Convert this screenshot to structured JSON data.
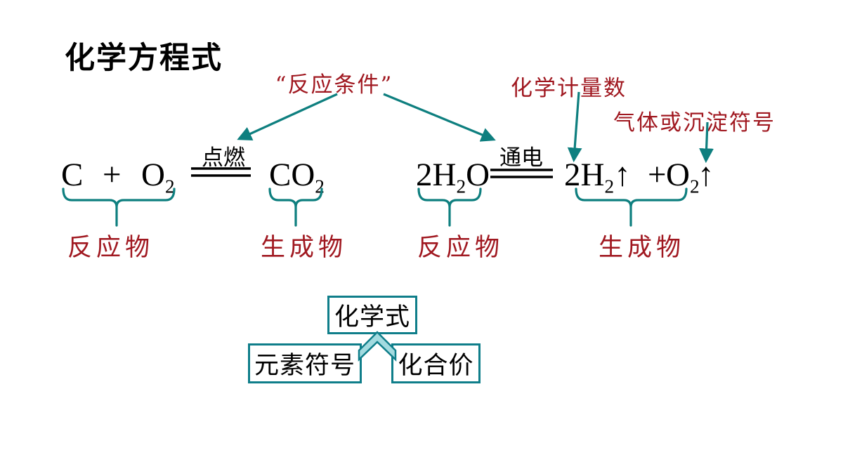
{
  "slide": {
    "title": "化学方程式",
    "annotations": {
      "condition": "“反应条件”",
      "coefficient": "化学计量数",
      "gas_precipitate": "气体或沉淀符号"
    },
    "equation1": {
      "reactant1": "C",
      "plus": "+",
      "reactant2": "O",
      "reactant2_sub": "2",
      "condition": "点燃",
      "product": "CO",
      "product_sub": "2",
      "reactants_label": "反应物",
      "products_label": "生成物"
    },
    "equation2": {
      "reactant": "2H",
      "reactant_sub": "2",
      "reactant_tail": "O",
      "condition": "通电",
      "product1": "2H",
      "product1_sub": "2",
      "product1_arrow": "↑",
      "plus": "+",
      "product2": "O",
      "product2_sub": "2",
      "product2_arrow": "↑",
      "reactants_label": "反应物",
      "products_label": "生成物"
    },
    "concept_map": {
      "top": "化学式",
      "bottom_left": "元素符号",
      "bottom_right": "化合价"
    },
    "colors": {
      "teal_line": "#0e7f7f",
      "dark_red": "#a01820",
      "box_border": "#0f7e8a",
      "chevron_fill": "#a3dbe0",
      "text_black": "#000000"
    }
  }
}
